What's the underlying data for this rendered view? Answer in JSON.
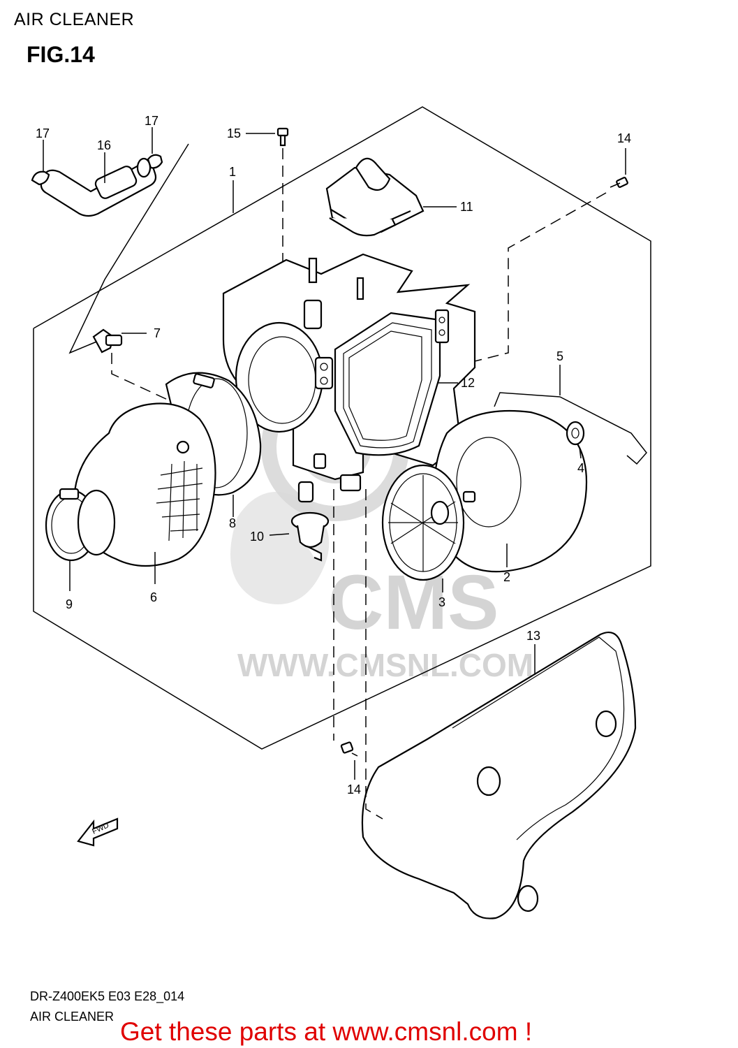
{
  "header": {
    "title": "AIR CLEANER",
    "figure": "FIG.14"
  },
  "watermark": {
    "brand": "CMS",
    "url": "WWW.CMSNL.COM"
  },
  "diagram": {
    "direction_label": "FWD",
    "callouts": {
      "p1": "1",
      "p2": "2",
      "p3": "3",
      "p4": "4",
      "p5": "5",
      "p6": "6",
      "p7": "7",
      "p8": "8",
      "p9": "9",
      "p10": "10",
      "p11": "11",
      "p12": "12",
      "p13": "13",
      "p14a": "14",
      "p14b": "14",
      "p15": "15",
      "p16": "16",
      "p17a": "17",
      "p17b": "17"
    }
  },
  "footer": {
    "code": "DR-Z400EK5 E03 E28_014",
    "name": "AIR CLEANER",
    "cta": "Get these parts at www.cmsnl.com !",
    "cta_color": "#e00000"
  }
}
